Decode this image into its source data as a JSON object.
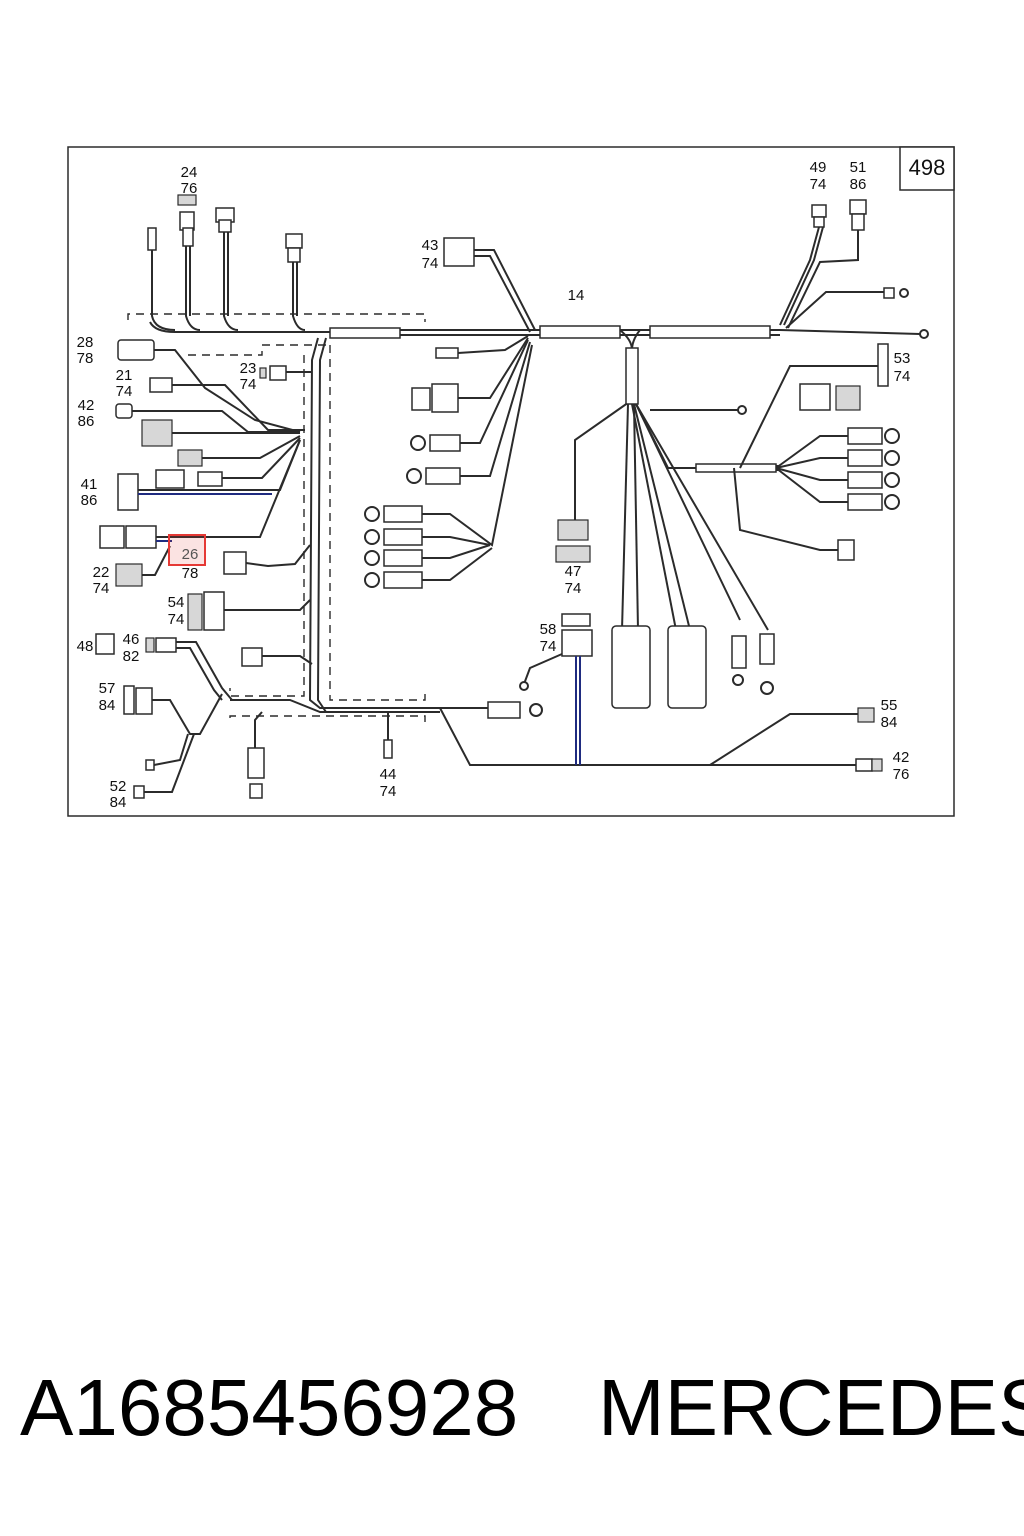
{
  "diagram": {
    "page_ref": "498",
    "highlight_callout": "26",
    "callouts": [
      {
        "id": "24",
        "ref": "76"
      },
      {
        "id": "49",
        "ref": "74"
      },
      {
        "id": "51",
        "ref": "86"
      },
      {
        "id": "43",
        "ref": "74"
      },
      {
        "id": "14",
        "ref": ""
      },
      {
        "id": "28",
        "ref": "78"
      },
      {
        "id": "21",
        "ref": "74"
      },
      {
        "id": "23",
        "ref": "74"
      },
      {
        "id": "42",
        "ref": "86"
      },
      {
        "id": "53",
        "ref": "74"
      },
      {
        "id": "41",
        "ref": "86"
      },
      {
        "id": "22",
        "ref": "74"
      },
      {
        "id": "26",
        "ref": "78"
      },
      {
        "id": "54",
        "ref": "74"
      },
      {
        "id": "47",
        "ref": "74"
      },
      {
        "id": "58",
        "ref": "74"
      },
      {
        "id": "48",
        "ref": ""
      },
      {
        "id": "46",
        "ref": "82"
      },
      {
        "id": "57",
        "ref": "84"
      },
      {
        "id": "52",
        "ref": "84"
      },
      {
        "id": "44",
        "ref": "74"
      },
      {
        "id": "55",
        "ref": "84"
      },
      {
        "id": "42",
        "ref": "76"
      }
    ]
  },
  "caption": {
    "part_number": "A1685456928",
    "brand": "MERCEDES"
  },
  "colors": {
    "line": "#2b2b2b",
    "highlight": "#e53935",
    "blue_wire": "#1f2b80"
  }
}
